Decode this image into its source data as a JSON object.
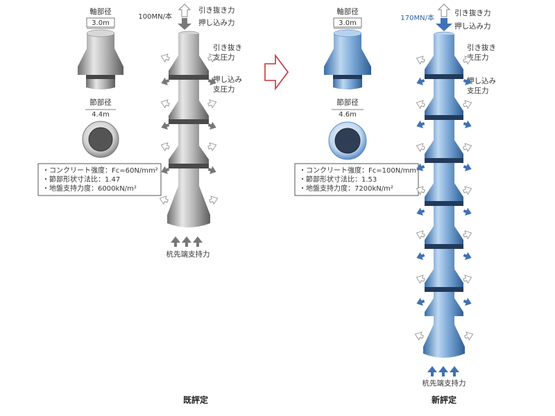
{
  "left": {
    "shaft_dia_label": "軸部径",
    "shaft_dia_value": "3.0m",
    "node_dia_label": "節部径",
    "node_dia_value": "4.4m",
    "specs": [
      "・コンクリート強度：Fc=60N/mm²",
      "・節部形状寸法比：1.47",
      "・地盤支持力度：6000kN/m²"
    ],
    "load_value": "100MN/本",
    "pullout_label": "引き抜き力",
    "push_label": "押し込み力",
    "pullout_support": [
      "引き抜き",
      "支圧力"
    ],
    "push_support": [
      "押し込み",
      "支圧力"
    ],
    "tip_label": "杭先端支持力",
    "caption": "既評定",
    "color": "#9a9a9a"
  },
  "right": {
    "shaft_dia_label": "軸部径",
    "shaft_dia_value": "3.0m",
    "node_dia_label": "節部径",
    "node_dia_value": "4.6m",
    "specs": [
      "・コンクリート強度：Fc=100N/mm²",
      "・節部形状寸法比：1.53",
      "・地盤支持力度：7200kN/m²"
    ],
    "load_value": "170MN/本",
    "pullout_label": "引き抜き力",
    "push_label": "押し込み力",
    "pullout_support": [
      "引き抜き",
      "支圧力"
    ],
    "push_support": [
      "押し込み",
      "支圧力"
    ],
    "tip_label": "杭先端支持力",
    "caption": "新評定",
    "color": "#3f72b5"
  },
  "transition_arrow_color": "#c8323c"
}
